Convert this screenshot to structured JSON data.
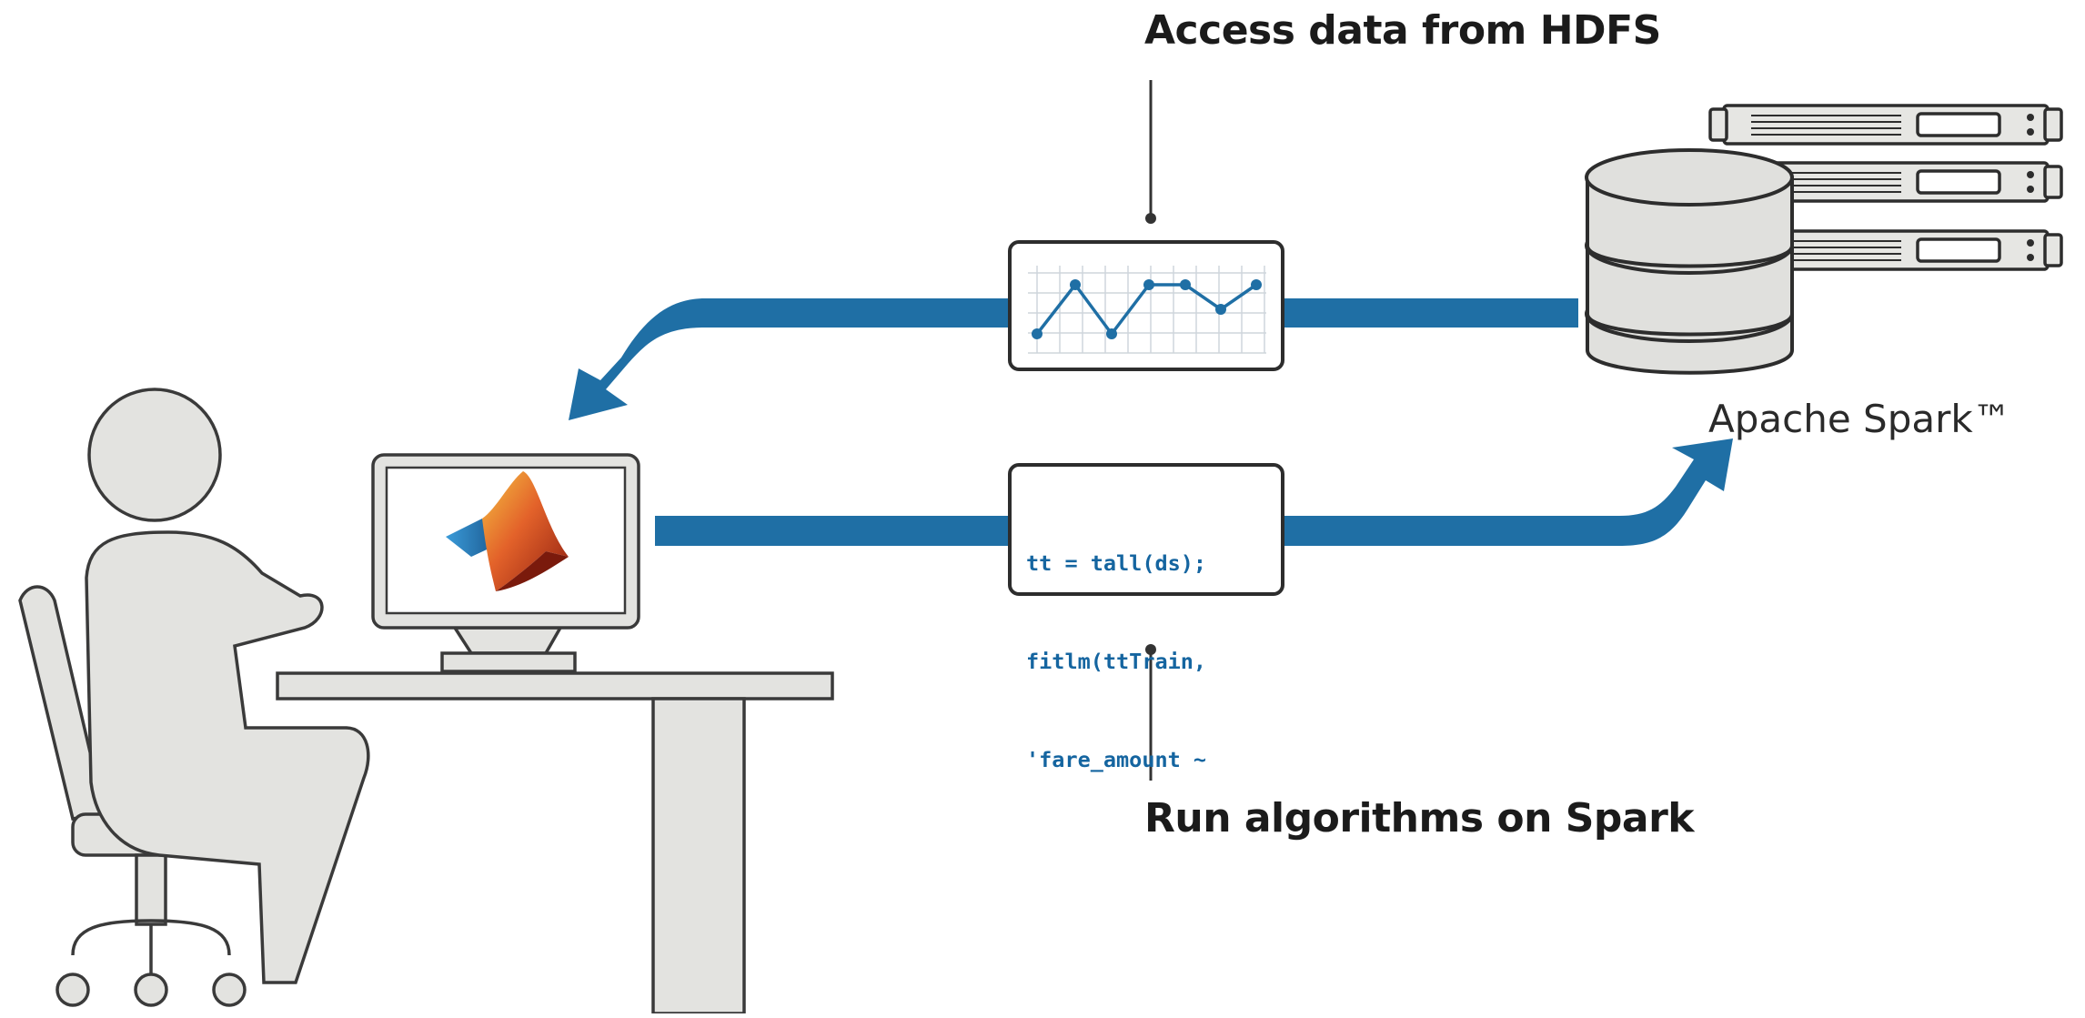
{
  "labels": {
    "top": "Access data from HDFS",
    "bottom": "Run algorithms on Spark",
    "cluster": "Apache Spark™"
  },
  "code_lines": [
    "tt = tall(ds);",
    "fitlm(ttTrain,",
    "'fare_amount ~"
  ],
  "colors": {
    "arrow": "#1f6fa5",
    "figure_fill": "#e3e3e0",
    "figure_stroke": "#3a3a3a",
    "chart_line": "#1f6fa5",
    "code_text": "#1565a0"
  },
  "icons": [
    "person-icon",
    "chair-icon",
    "desk-icon",
    "monitor-icon",
    "matlab-logo-icon",
    "database-icon",
    "server-rack-icon",
    "chart-panel-icon",
    "code-panel-icon"
  ]
}
